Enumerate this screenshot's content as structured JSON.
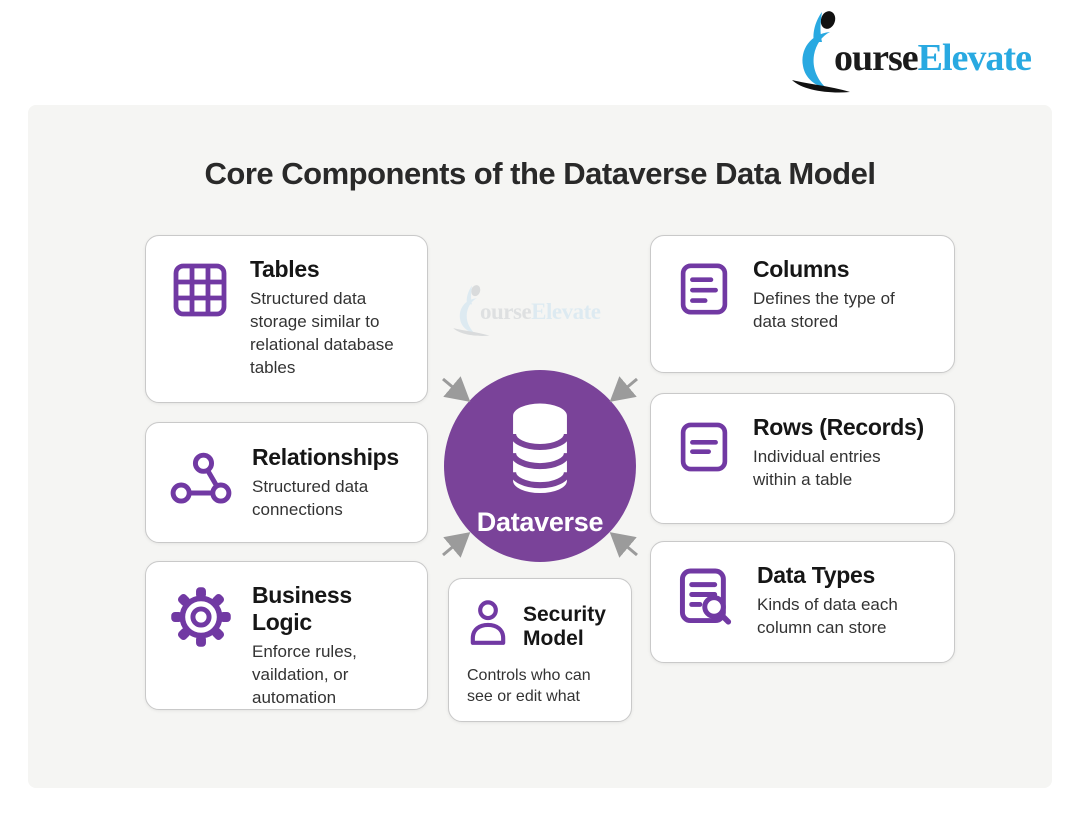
{
  "logo": {
    "part_black": "ourse",
    "part_blue": "Elevate",
    "blue_color": "#29a9e1",
    "icon": "person-swoosh-logo"
  },
  "watermark": {
    "part_gray": "ourse",
    "part_blue": "Elevate"
  },
  "title": "Core Components of the Dataverse Data Model",
  "center": {
    "label": "Dataverse",
    "icon": "database-icon",
    "circle_color": "#7a4399"
  },
  "cards": {
    "tables": {
      "title": "Tables",
      "desc": "Structured data storage similar to relational database tables",
      "icon": "grid-icon"
    },
    "relationships": {
      "title": "Relationships",
      "desc": "Structured data connections",
      "icon": "connected-nodes-icon"
    },
    "business_logic": {
      "title": "Business Logic",
      "desc": "Enforce rules, vaildation, or automation",
      "icon": "gear-icon"
    },
    "columns": {
      "title": "Columns",
      "desc": "Defines the type of data stored",
      "icon": "list-lines-icon"
    },
    "rows": {
      "title": "Rows (Records)",
      "desc": "Individual entries within a table",
      "icon": "two-lines-icon"
    },
    "data_types": {
      "title": "Data Types",
      "desc": "Kinds of data each column can store",
      "icon": "document-search-icon"
    },
    "security": {
      "title": "Security Model",
      "desc": "Controls who can see or edit what",
      "icon": "person-icon"
    }
  },
  "colors": {
    "icon_purple": "#7139a3",
    "circle_purple": "#7a4399",
    "arrow_gray": "#9b9b9b",
    "panel_bg": "#f5f5f3",
    "card_border": "#c9c9c9"
  }
}
